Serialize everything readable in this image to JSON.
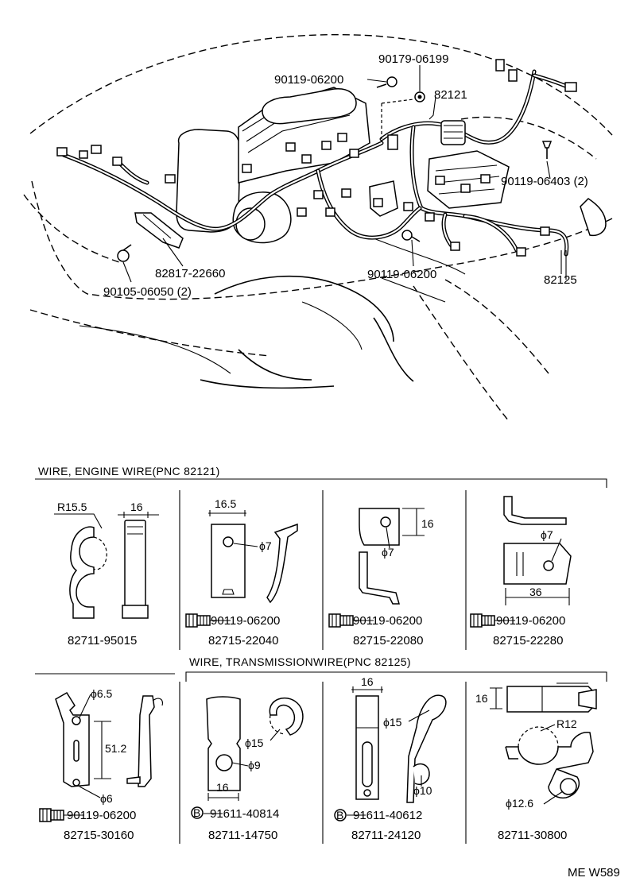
{
  "top_labels": {
    "p1": "90179-06199",
    "p2": "90119-06200",
    "p3": "82121",
    "p4": "90119-06403 (2)",
    "p5": "82817-22660",
    "p6": "90105-06050 (2)",
    "p7": "90119-06200",
    "p8": "82125"
  },
  "section1": {
    "title": "WIRE,  ENGINE WIRE(PNC 82121)",
    "panels": [
      {
        "r": "R15.5",
        "w": "16",
        "part": "82711-95015"
      },
      {
        "w": "16.5",
        "hole": "ϕ7",
        "bolt": "90119-06200",
        "part": "82715-22040"
      },
      {
        "h": "16",
        "hole": "ϕ7",
        "bolt": "90119-06200",
        "part": "82715-22080"
      },
      {
        "hole": "ϕ7",
        "w": "36",
        "bolt": "90119-06200",
        "part": "82715-22280"
      }
    ]
  },
  "section2": {
    "title": "WIRE,  TRANSMISSIONWIRE(PNC 82125)",
    "panels": [
      {
        "hole_top": "ϕ6.5",
        "h": "51.2",
        "hole_bot": "ϕ6",
        "bolt": "90119-06200",
        "part": "82715-30160"
      },
      {
        "d1": "ϕ15",
        "d2": "ϕ9",
        "w": "16",
        "badge": "B",
        "bolt": "91611-40814",
        "part": "82711-14750"
      },
      {
        "w": "16",
        "d1": "ϕ15",
        "d2": "ϕ10",
        "badge": "B",
        "bolt": "91611-40612",
        "part": "82711-24120"
      },
      {
        "h": "16",
        "r": "R12",
        "d": "ϕ12.6",
        "part": "82711-30800"
      }
    ]
  },
  "code": "ME W589"
}
